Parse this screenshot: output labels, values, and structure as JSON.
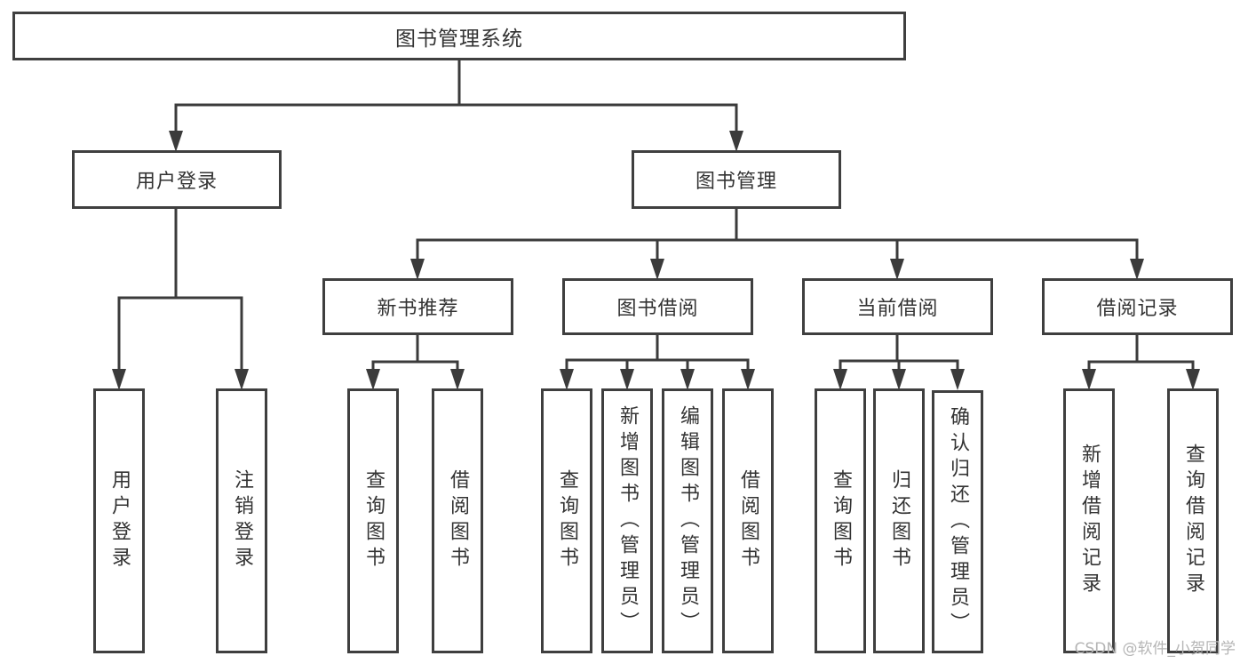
{
  "diagram_title": "图书管理系统",
  "watermark": "CSDN @软件_小贺同学",
  "colors": {
    "line": "#3b3b3b",
    "box_border": "#3f3f3f",
    "text": "#333333",
    "watermark": "#b5b5b5",
    "background": "#ffffff"
  },
  "nodes": {
    "system": {
      "label": "图书管理系统"
    },
    "user_login": {
      "label": "用户登录"
    },
    "book_mgmt": {
      "label": "图书管理"
    },
    "new_book_rec": {
      "label": "新书推荐"
    },
    "book_borrow": {
      "label": "图书借阅"
    },
    "current_borrow": {
      "label": "当前借阅"
    },
    "borrow_records": {
      "label": "借阅记录"
    },
    "leaf_user_login": {
      "label": "用户登录"
    },
    "leaf_logout": {
      "label": "注销登录"
    },
    "leaf_query_books_1": {
      "label": "查询图书"
    },
    "leaf_borrow_books_1": {
      "label": "借阅图书"
    },
    "leaf_query_books_2": {
      "label": "查询图书"
    },
    "leaf_add_books": {
      "label": "新增图书（管理员）"
    },
    "leaf_edit_books": {
      "label": "编辑图书（管理员）"
    },
    "leaf_borrow_books_2": {
      "label": "借阅图书"
    },
    "leaf_query_books_3": {
      "label": "查询图书"
    },
    "leaf_return_books": {
      "label": "归还图书"
    },
    "leaf_confirm_return": {
      "label": "确认归还（管理员）"
    },
    "leaf_add_borrow_record": {
      "label": "新增借阅记录"
    },
    "leaf_query_borrow_record": {
      "label": "查询借阅记录"
    }
  },
  "hierarchy": {
    "system": [
      "user_login",
      "book_mgmt"
    ],
    "user_login": [
      "leaf_user_login",
      "leaf_logout"
    ],
    "book_mgmt": [
      "new_book_rec",
      "book_borrow",
      "current_borrow",
      "borrow_records"
    ],
    "new_book_rec": [
      "leaf_query_books_1",
      "leaf_borrow_books_1"
    ],
    "book_borrow": [
      "leaf_query_books_2",
      "leaf_add_books",
      "leaf_edit_books",
      "leaf_borrow_books_2"
    ],
    "current_borrow": [
      "leaf_query_books_3",
      "leaf_return_books",
      "leaf_confirm_return"
    ],
    "borrow_records": [
      "leaf_add_borrow_record",
      "leaf_query_borrow_record"
    ]
  }
}
